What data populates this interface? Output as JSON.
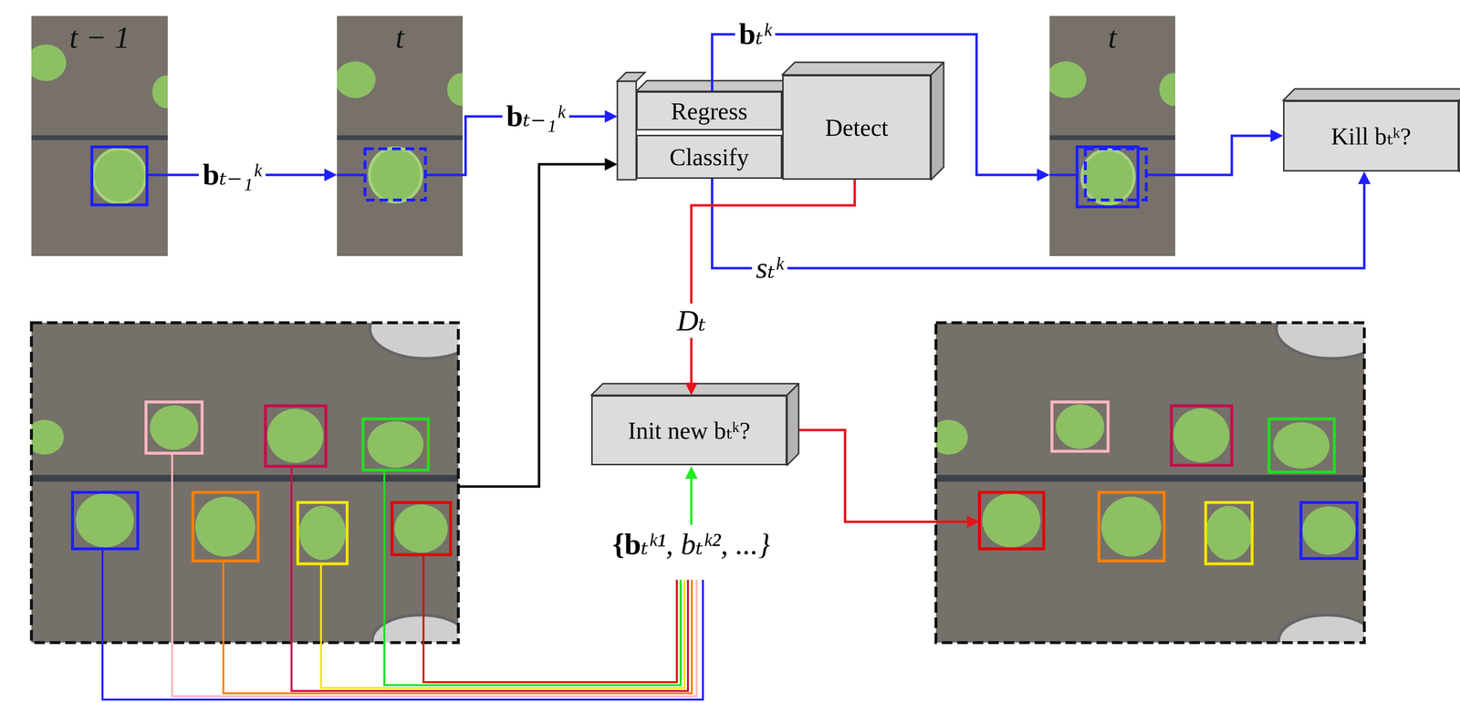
{
  "diagram": {
    "nodes": [
      {
        "text": [
          "t − 1"
        ]
      },
      {
        "text": [
          "t"
        ]
      },
      {
        "text": [
          "Regress"
        ]
      },
      {
        "text": [
          "Classify"
        ]
      },
      {
        "text": [
          "Detect"
        ]
      },
      {
        "text": [
          "t"
        ]
      },
      {
        "text": [
          "Kill bₜᵏ?"
        ]
      },
      {
        "text": [
          "Init new bₜᵏ?"
        ]
      }
    ],
    "edges": [
      {
        "from": 0,
        "to": 1,
        "label": "bₜ₋₁ᵏ",
        "arrow": "to"
      },
      {
        "from": 1,
        "to": 2,
        "label": "bₜ₋₁ᵏ",
        "arrow": "to"
      },
      {
        "from": 2,
        "to": 5,
        "label": "bₜᵏ",
        "arrow": "to"
      },
      {
        "from": 5,
        "to": 6,
        "arrow": "to"
      },
      {
        "from": 3,
        "to": 6,
        "label": "sₜᵏ",
        "arrow": "to"
      },
      {
        "from": 4,
        "to": 7,
        "label": "Dₜ",
        "arrow": "to"
      }
    ],
    "labels": [
      "{bₜᵏ¹, bₜᵏ², ...}"
    ]
  }
}
